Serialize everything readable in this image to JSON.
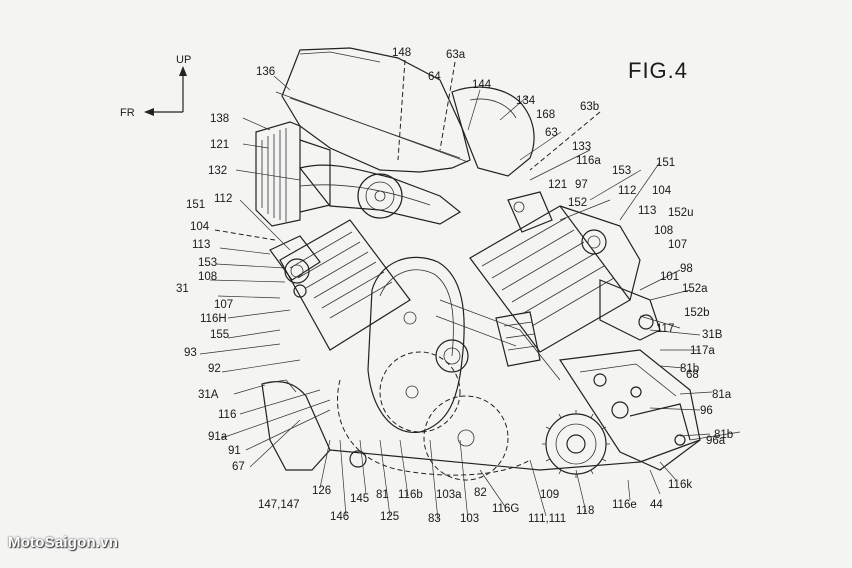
{
  "figure_label": "FIG.4",
  "orientation": {
    "up": "UP",
    "forward": "FR"
  },
  "watermark": "MotoSaigon.vn",
  "reference_numerals": [
    "148",
    "63a",
    "64",
    "144",
    "136",
    "134",
    "168",
    "63b",
    "138",
    "63",
    "121",
    "133",
    "116a",
    "153",
    "151",
    "132",
    "121",
    "97",
    "112",
    "104",
    "151",
    "112",
    "152",
    "113",
    "152u",
    "104",
    "108",
    "107",
    "113",
    "153",
    "101",
    "98",
    "108",
    "152a",
    "31",
    "107",
    "152b",
    "116H",
    "117",
    "31B",
    "155",
    "117a",
    "93",
    "81b",
    "92",
    "68",
    "31A",
    "81a",
    "116",
    "96",
    "91a",
    "81b",
    "91",
    "96a",
    "67",
    "116k",
    "126",
    "147,147",
    "145",
    "81",
    "116b",
    "103a",
    "82",
    "109",
    "118",
    "116e",
    "44",
    "146",
    "125",
    "83",
    "103",
    "116G",
    "111,111"
  ]
}
